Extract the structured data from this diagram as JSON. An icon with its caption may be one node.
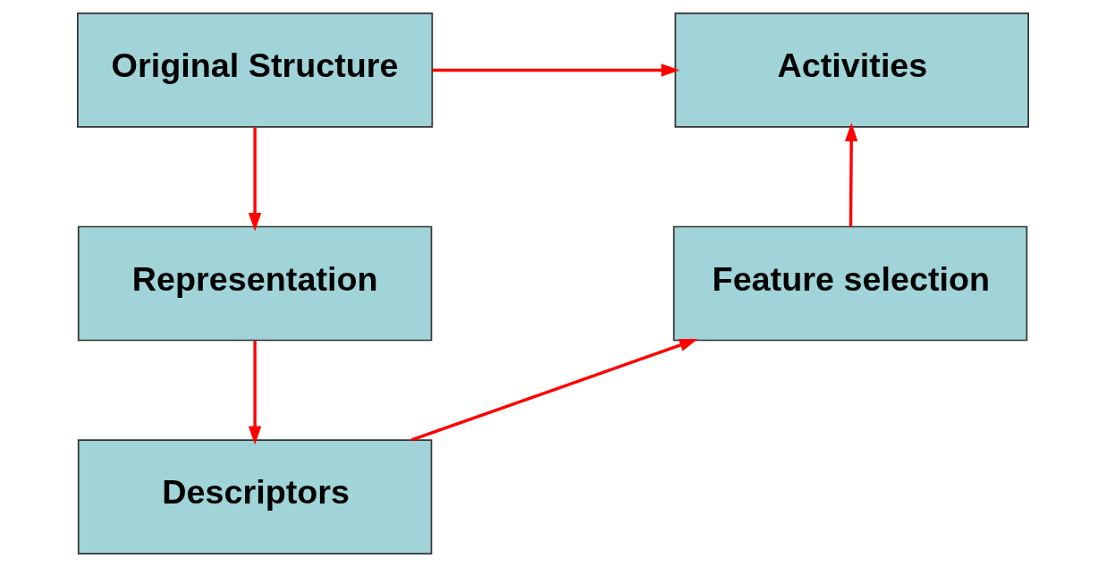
{
  "diagram": {
    "nodes": [
      {
        "text": [
          "Original Structure"
        ]
      },
      {
        "text": [
          "Activities"
        ]
      },
      {
        "text": [
          "Representation"
        ]
      },
      {
        "text": [
          "Feature selection"
        ]
      },
      {
        "text": [
          "Descriptors"
        ]
      }
    ],
    "edges": [
      {
        "from": 0,
        "to": 1,
        "arrow": "to"
      },
      {
        "from": 0,
        "to": 2,
        "arrow": "to"
      },
      {
        "from": 2,
        "to": 4,
        "arrow": "to"
      },
      {
        "from": 4,
        "to": 3,
        "arrow": "to"
      },
      {
        "from": 3,
        "to": 1,
        "arrow": "to"
      }
    ]
  }
}
